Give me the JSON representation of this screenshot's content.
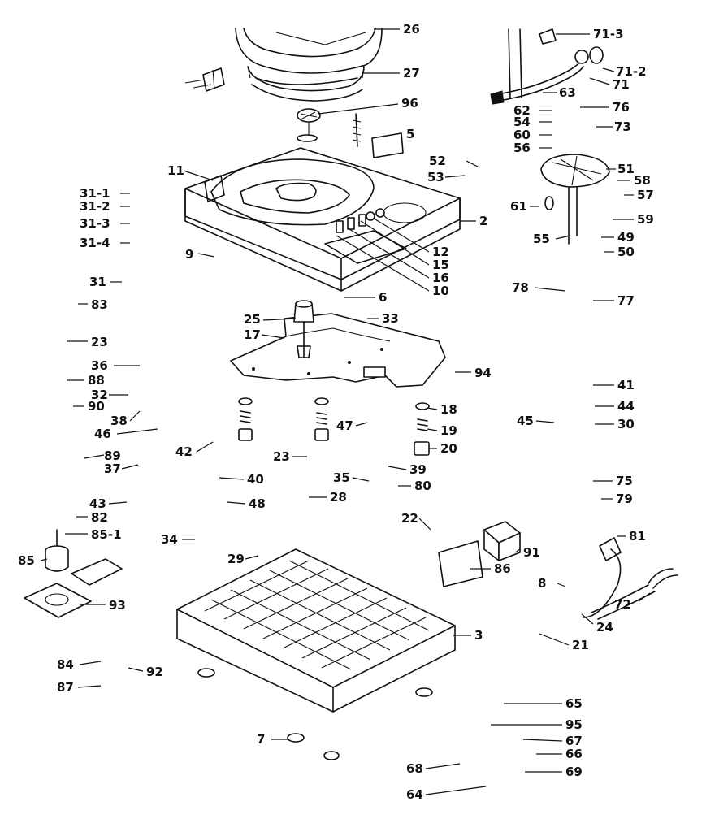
{
  "callouts": [
    {
      "label": "26"
    },
    {
      "label": "27"
    },
    {
      "label": "96"
    },
    {
      "label": "5"
    },
    {
      "label": "11"
    },
    {
      "label": "31-1"
    },
    {
      "label": "31-2"
    },
    {
      "label": "31-3"
    },
    {
      "label": "31-4"
    },
    {
      "label": "31"
    },
    {
      "label": "9"
    },
    {
      "label": "83"
    },
    {
      "label": "23"
    },
    {
      "label": "36"
    },
    {
      "label": "88"
    },
    {
      "label": "32"
    },
    {
      "label": "90"
    },
    {
      "label": "38"
    },
    {
      "label": "46"
    },
    {
      "label": "42"
    },
    {
      "label": "89"
    },
    {
      "label": "37"
    },
    {
      "label": "43"
    },
    {
      "label": "82"
    },
    {
      "label": "85-1"
    },
    {
      "label": "85"
    },
    {
      "label": "93"
    },
    {
      "label": "84"
    },
    {
      "label": "87"
    },
    {
      "label": "92"
    },
    {
      "label": "52"
    },
    {
      "label": "53"
    },
    {
      "label": "2"
    },
    {
      "label": "12"
    },
    {
      "label": "15"
    },
    {
      "label": "16"
    },
    {
      "label": "10"
    },
    {
      "label": "6"
    },
    {
      "label": "25"
    },
    {
      "label": "17"
    },
    {
      "label": "33"
    },
    {
      "label": "94"
    },
    {
      "label": "18"
    },
    {
      "label": "19"
    },
    {
      "label": "20"
    },
    {
      "label": "47"
    },
    {
      "label": "23"
    },
    {
      "label": "39"
    },
    {
      "label": "35"
    },
    {
      "label": "80"
    },
    {
      "label": "40"
    },
    {
      "label": "48"
    },
    {
      "label": "28"
    },
    {
      "label": "34"
    },
    {
      "label": "29"
    },
    {
      "label": "22"
    },
    {
      "label": "91"
    },
    {
      "label": "86"
    },
    {
      "label": "3"
    },
    {
      "label": "7"
    },
    {
      "label": "71-3"
    },
    {
      "label": "71-2"
    },
    {
      "label": "71"
    },
    {
      "label": "63"
    },
    {
      "label": "76"
    },
    {
      "label": "62"
    },
    {
      "label": "54"
    },
    {
      "label": "60"
    },
    {
      "label": "73"
    },
    {
      "label": "56"
    },
    {
      "label": "51"
    },
    {
      "label": "58"
    },
    {
      "label": "57"
    },
    {
      "label": "61"
    },
    {
      "label": "59"
    },
    {
      "label": "55"
    },
    {
      "label": "49"
    },
    {
      "label": "50"
    },
    {
      "label": "78"
    },
    {
      "label": "77"
    },
    {
      "label": "41"
    },
    {
      "label": "44"
    },
    {
      "label": "45"
    },
    {
      "label": "30"
    },
    {
      "label": "75"
    },
    {
      "label": "79"
    },
    {
      "label": "81"
    },
    {
      "label": "8"
    },
    {
      "label": "72"
    },
    {
      "label": "24"
    },
    {
      "label": "21"
    },
    {
      "label": "65"
    },
    {
      "label": "95"
    },
    {
      "label": "67"
    },
    {
      "label": "66"
    },
    {
      "label": "68"
    },
    {
      "label": "69"
    },
    {
      "label": "64"
    }
  ]
}
